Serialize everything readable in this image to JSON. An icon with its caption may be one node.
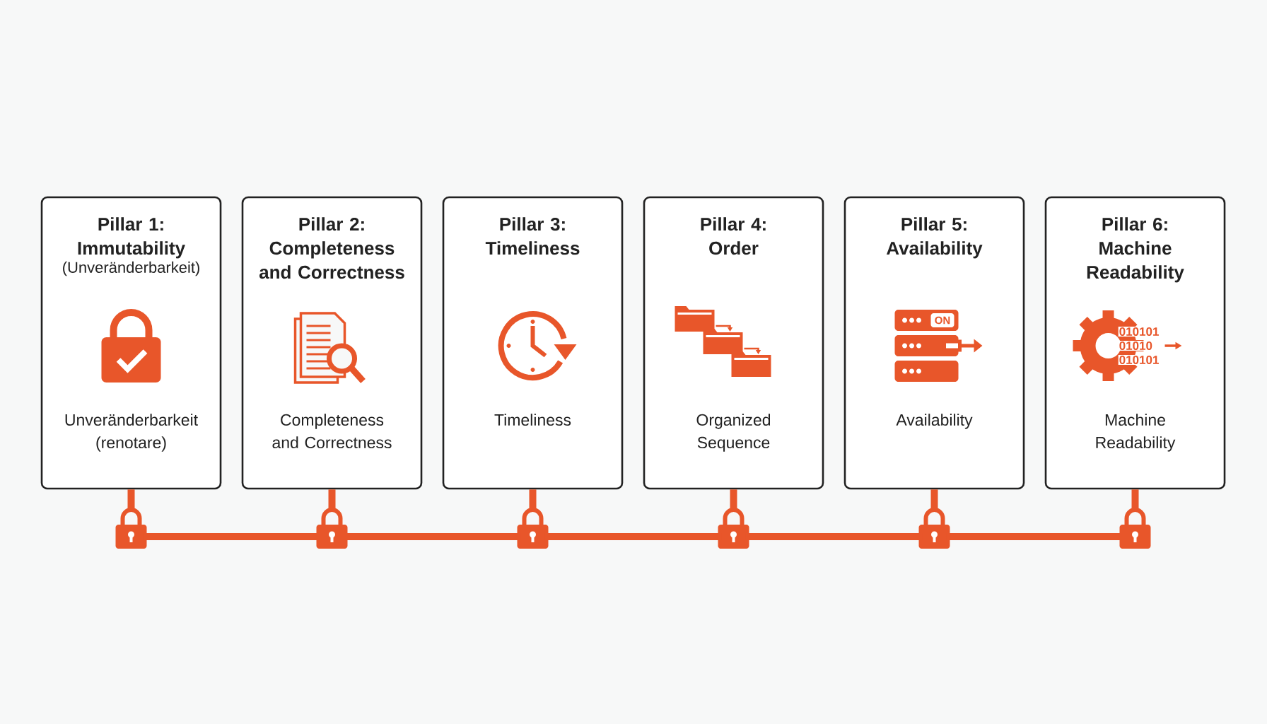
{
  "diagram": {
    "nodes": [
      {
        "text": [
          "Pillar 1: Immutability",
          "(Unveränderbarkeit)",
          "Unveränderbarkeit (renotare)"
        ]
      },
      {
        "text": [
          "Pillar 2: Completeness and Correctness",
          "Completeness and Correctness"
        ]
      },
      {
        "text": [
          "Pillar 3: Timeliness",
          "Timeliness"
        ]
      },
      {
        "text": [
          "Pillar 4: Order",
          "Organized Sequence"
        ]
      },
      {
        "text": [
          "Pillar 5: Availability",
          "Availability"
        ]
      },
      {
        "text": [
          "Pillar 6: Machine Readability",
          "Machine Readability"
        ]
      },
      {
        "text": [],
        "shape": "padlock"
      },
      {
        "text": [],
        "shape": "padlock"
      },
      {
        "text": [],
        "shape": "padlock"
      },
      {
        "text": [],
        "shape": "padlock"
      },
      {
        "text": [],
        "shape": "padlock"
      },
      {
        "text": [],
        "shape": "padlock"
      }
    ],
    "edges": [
      {
        "from": 0,
        "to": 6,
        "arrow": "none"
      },
      {
        "from": 1,
        "to": 7,
        "arrow": "none"
      },
      {
        "from": 2,
        "to": 8,
        "arrow": "none"
      },
      {
        "from": 3,
        "to": 9,
        "arrow": "none"
      },
      {
        "from": 4,
        "to": 10,
        "arrow": "none"
      },
      {
        "from": 5,
        "to": 11,
        "arrow": "none"
      },
      {
        "from": 6,
        "to": 7,
        "arrow": "none"
      },
      {
        "from": 7,
        "to": 8,
        "arrow": "none"
      },
      {
        "from": 8,
        "to": 9,
        "arrow": "none"
      },
      {
        "from": 9,
        "to": 10,
        "arrow": "none"
      },
      {
        "from": 10,
        "to": 11,
        "arrow": "none"
      }
    ],
    "labels": [
      "ON",
      "010101",
      "01010",
      "010101"
    ]
  }
}
